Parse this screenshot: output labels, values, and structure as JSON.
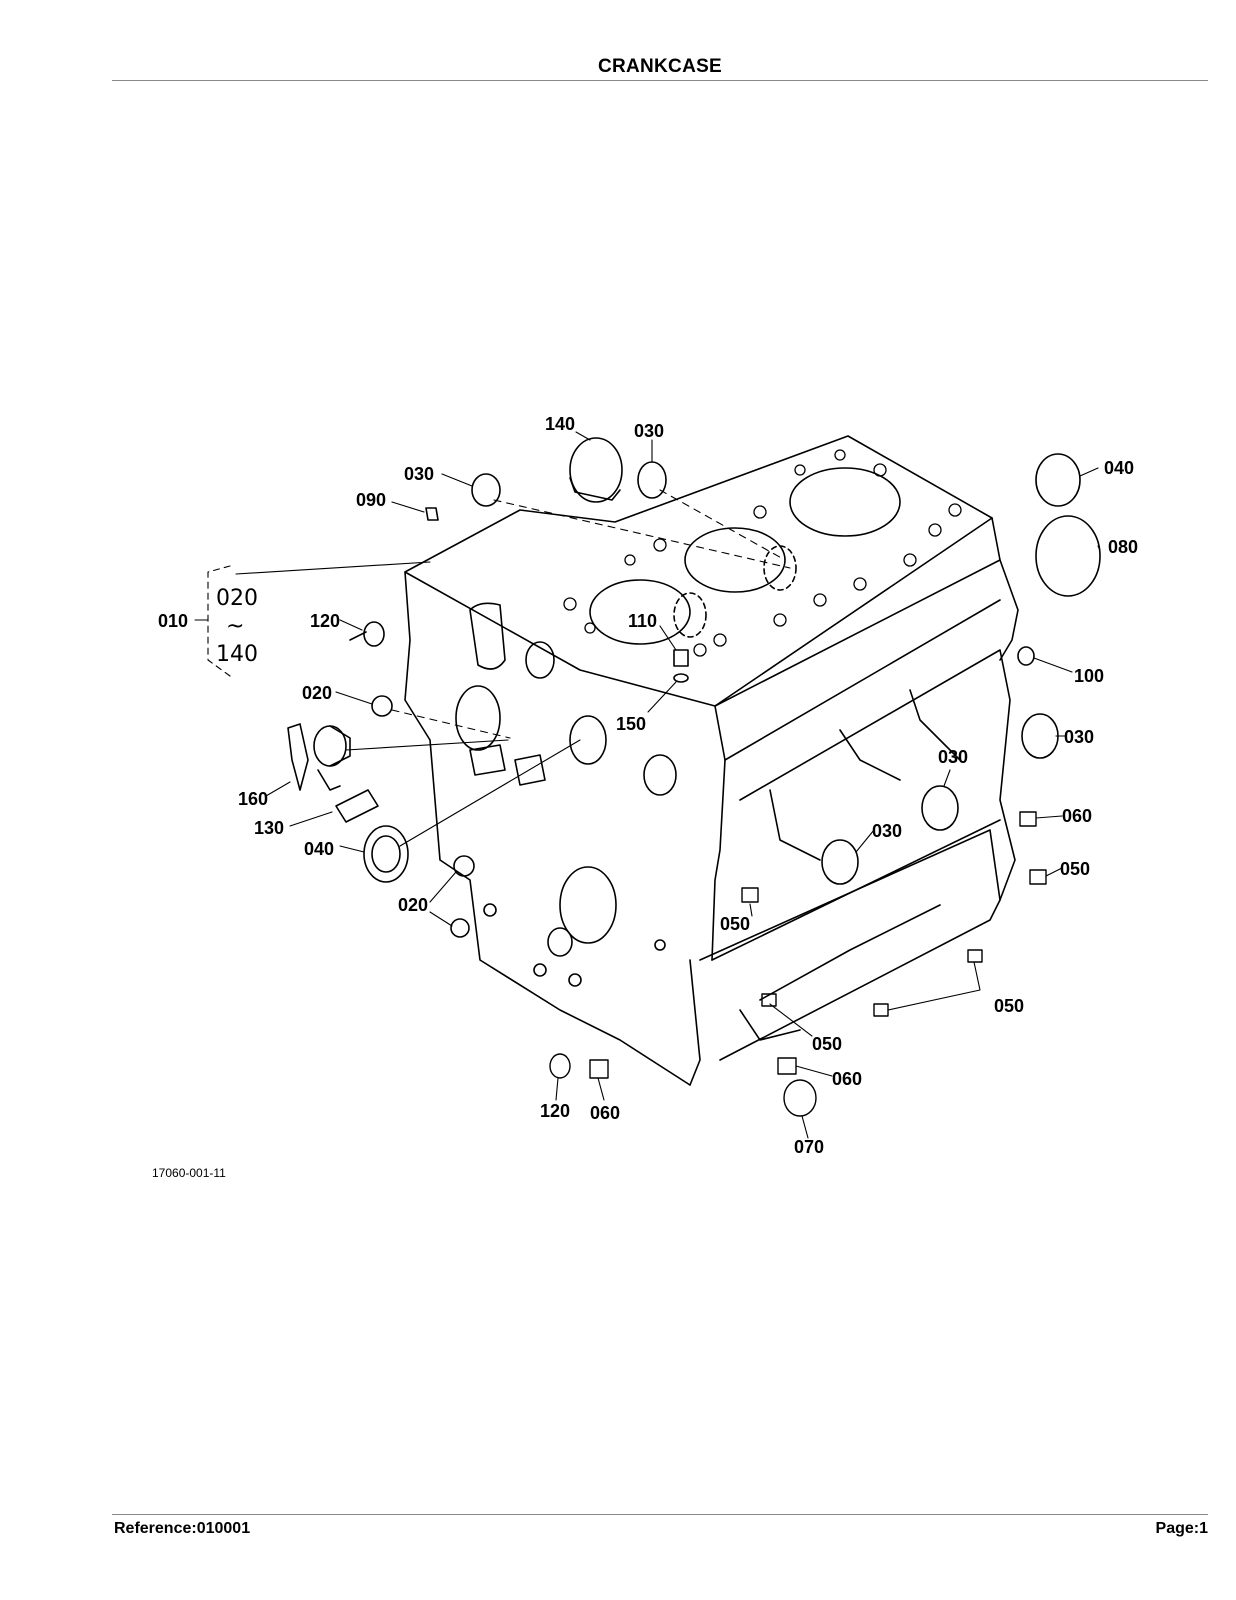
{
  "header": {
    "title": "CRANKCASE"
  },
  "footer": {
    "reference": "Reference:010001",
    "page": "Page:1"
  },
  "figure": {
    "id": "17060-001-11"
  },
  "group": {
    "main": "010",
    "range_start": "020",
    "range_sep": "~",
    "range_end": "140"
  },
  "callouts": [
    {
      "id": "c140a",
      "text": "140"
    },
    {
      "id": "c030a",
      "text": "030"
    },
    {
      "id": "c030b",
      "text": "030"
    },
    {
      "id": "c090",
      "text": "090"
    },
    {
      "id": "c040a",
      "text": "040"
    },
    {
      "id": "c080",
      "text": "080"
    },
    {
      "id": "c120a",
      "text": "120"
    },
    {
      "id": "c110",
      "text": "110"
    },
    {
      "id": "c100",
      "text": "100"
    },
    {
      "id": "c020a",
      "text": "020"
    },
    {
      "id": "c150",
      "text": "150"
    },
    {
      "id": "c030c",
      "text": "030"
    },
    {
      "id": "c030d",
      "text": "030"
    },
    {
      "id": "c160",
      "text": "160"
    },
    {
      "id": "c130",
      "text": "130"
    },
    {
      "id": "c060a",
      "text": "060"
    },
    {
      "id": "c030e",
      "text": "030"
    },
    {
      "id": "c040b",
      "text": "040"
    },
    {
      "id": "c050a",
      "text": "050"
    },
    {
      "id": "c020b",
      "text": "020"
    },
    {
      "id": "c050b",
      "text": "050"
    },
    {
      "id": "c050c",
      "text": "050"
    },
    {
      "id": "c050d",
      "text": "050"
    },
    {
      "id": "c060b",
      "text": "060"
    },
    {
      "id": "c120b",
      "text": "120"
    },
    {
      "id": "c060c",
      "text": "060"
    },
    {
      "id": "c070",
      "text": "070"
    }
  ]
}
